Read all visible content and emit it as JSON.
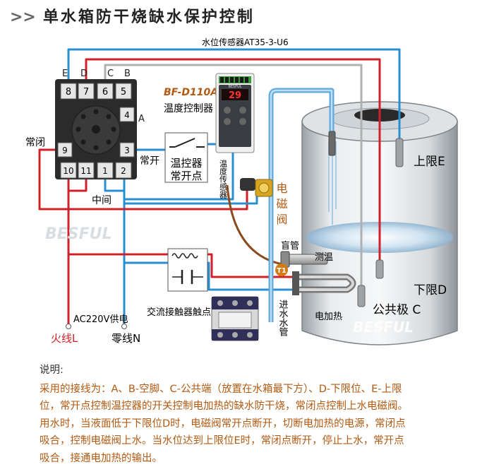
{
  "title": {
    "prefix": ">>",
    "text": "单水箱防干烧缺水保护控制"
  },
  "sensor_label": "水位传感器AT35-3-U6",
  "relay": {
    "pins_top": [
      "8",
      "7",
      "6",
      "5"
    ],
    "pins_right": [
      "4",
      "3"
    ],
    "pins_left": [
      "9"
    ],
    "pins_bottom": [
      "10",
      "11",
      "1",
      "2"
    ],
    "letters": [
      "E",
      "D",
      "C",
      "B",
      "A"
    ],
    "label_nc": "常闭",
    "label_no": "常开",
    "label_mid": "中间"
  },
  "controller": {
    "model": "BF-D110A",
    "name": "温度控制器",
    "display": "29",
    "sensor_label": "温度传感器",
    "brand": "BESFUL"
  },
  "switch_box": {
    "line1": "温控器",
    "line2": "常开点"
  },
  "valve_label": "电磁阀",
  "contactor_label": "交流接触器触点",
  "power": {
    "supply": "AC220V供电",
    "live": "火线L",
    "neutral": "零线N"
  },
  "tank": {
    "upper": "上限E",
    "lower": "下限D",
    "common": "公共极 C",
    "blind_pipe": "盲管",
    "temp_probe": "测温",
    "heater": "电加热",
    "inlet": "进水水管",
    "probe_mark": "T1"
  },
  "watermark": "BESFUL",
  "notes": {
    "heading": "说明:",
    "lines": [
      "采用的接线为：A、B-空脚、C-公共端（放置在水箱最下方）、D-下限位、E-上限",
      "位，常开点控制温控器的开关控制电加热的缺水防干烧，常闭点控制上水电磁阀。",
      "用水时，当液面低于下限位D时，电磁阀常开点断开，切断电加热的电源，常闭点",
      "吸合，控制电磁阀上水。当水位达到上限位E时，常闭点断开，停止上水，常开点",
      "吸合，接通电加热的输出。"
    ]
  },
  "colors": {
    "live": "#d0202a",
    "neutral": "#2a8fd0",
    "common": "#b0b0b0",
    "probe_wire": "#8b4a1c",
    "label_orange": "#b25a12",
    "relay_body": "#2b2b2b"
  }
}
